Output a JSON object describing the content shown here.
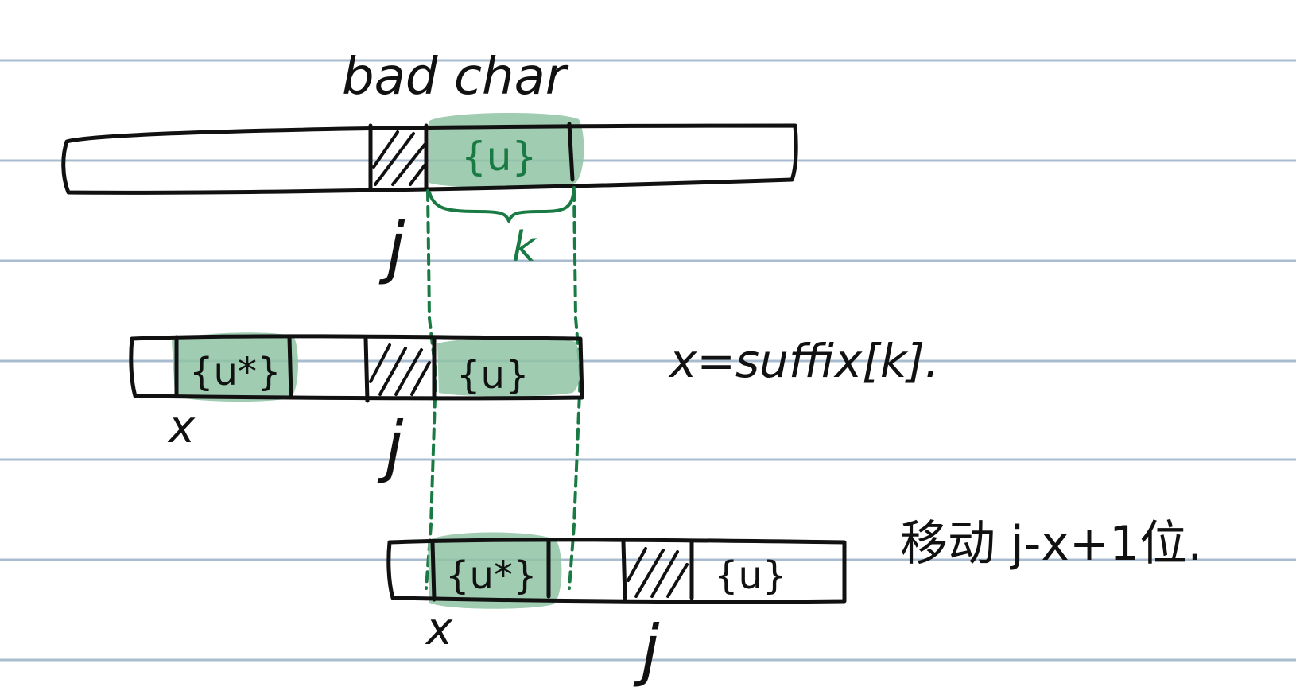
{
  "title": "bad char",
  "colors": {
    "ink": "#111111",
    "green_ink": "#1a7a44",
    "highlight": "#8fc3a4",
    "ruled_line": "#a9bccf",
    "paper": "#ffffff"
  },
  "row1": {
    "segment_label": "{u}",
    "index_label": "j",
    "brace_label": "k"
  },
  "row2": {
    "left_segment_label": "{u*}",
    "right_segment_label": "{u}",
    "x_label": "x",
    "j_label": "j",
    "formula": "x=suffix[k]."
  },
  "row3": {
    "left_segment_label": "{u*}",
    "right_segment_label": "{u}",
    "x_label": "x",
    "j_label": "j",
    "note": "移动 j-x+1位."
  }
}
